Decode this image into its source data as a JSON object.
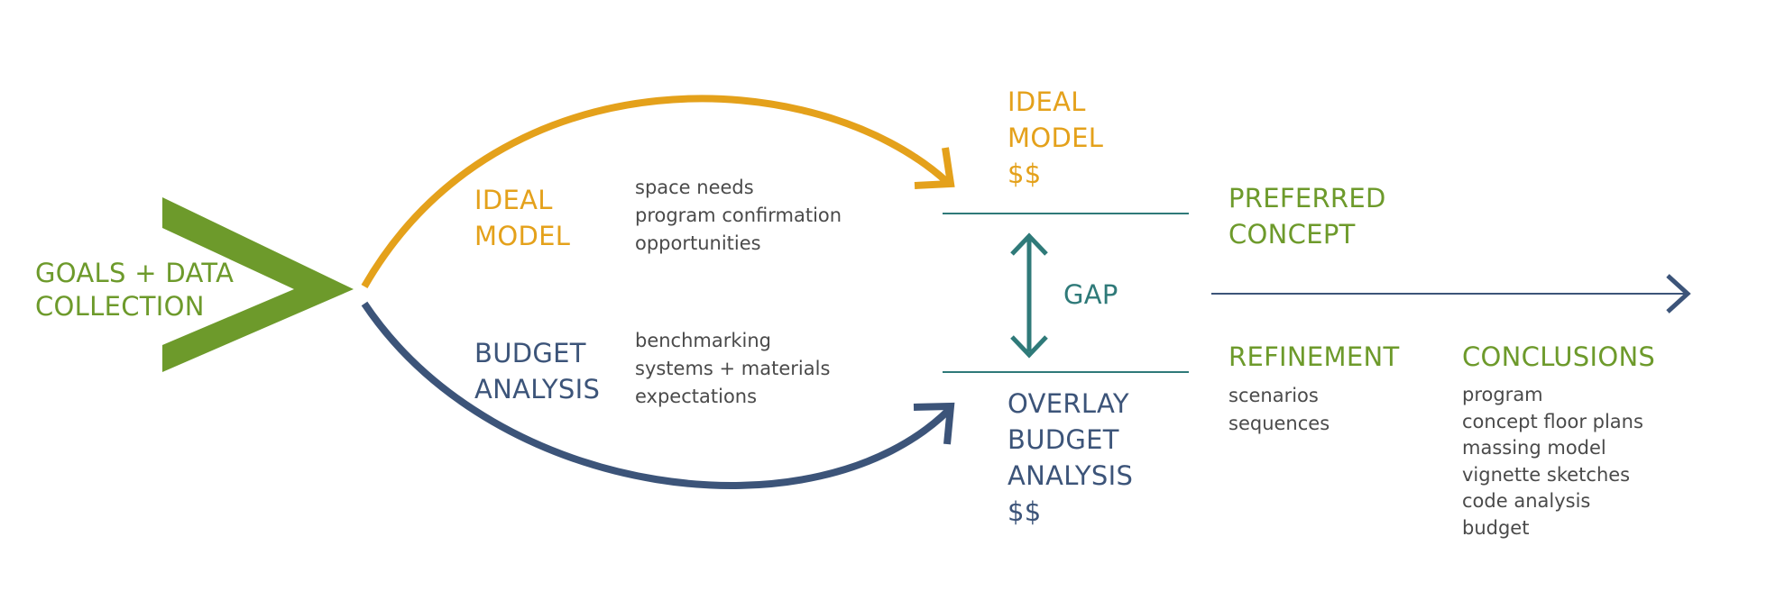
{
  "colors": {
    "green": "#6d9a2b",
    "orange": "#e4a11b",
    "navy": "#3c5479",
    "teal": "#2f7a79",
    "body_text": "#4a4a4a"
  },
  "goals": {
    "line1": "GOALS + DATA",
    "line2": "COLLECTION"
  },
  "ideal_branch": {
    "title_line1": "IDEAL",
    "title_line2": "MODEL",
    "items": [
      "space needs",
      "program confirmation",
      "opportunities"
    ]
  },
  "budget_branch": {
    "title_line1": "BUDGET",
    "title_line2": "ANALYSIS",
    "items": [
      "benchmarking",
      "systems + materials",
      "expectations"
    ]
  },
  "ideal_result": {
    "line1": "IDEAL",
    "line2": "MODEL",
    "line3": "$$"
  },
  "gap": {
    "label": "GAP"
  },
  "overlay_result": {
    "line1": "OVERLAY",
    "line2": "BUDGET",
    "line3": "ANALYSIS",
    "line4": "$$"
  },
  "preferred": {
    "line1": "PREFERRED",
    "line2": "CONCEPT"
  },
  "refinement": {
    "title": "REFINEMENT",
    "items": [
      "scenarios",
      "sequences"
    ]
  },
  "conclusions": {
    "title": "CONCLUSIONS",
    "items": [
      "program",
      "concept floor plans",
      "massing model",
      "vignette sketches",
      "code analysis",
      "budget"
    ]
  }
}
